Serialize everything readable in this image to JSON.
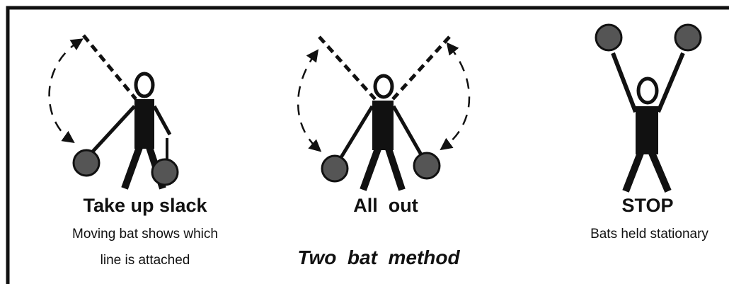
{
  "signals": [
    {
      "title": "Take up slack",
      "description_lines": [
        "Moving bat shows which",
        "line is attached"
      ]
    },
    {
      "title": "All  out",
      "description_lines": []
    },
    {
      "title": "STOP",
      "description_lines": [
        "Bats held stationary"
      ]
    }
  ],
  "caption": "Two  bat  method",
  "colors": {
    "bat_fill": "#555555",
    "figure": "#111111",
    "border": "#111111"
  }
}
